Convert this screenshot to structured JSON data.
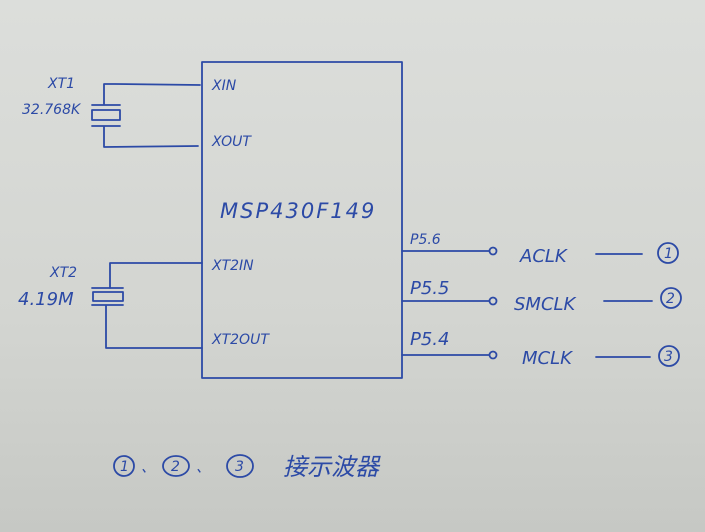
{
  "chip": {
    "name": "MSP430F149",
    "pins_left": [
      "XIN",
      "XOUT",
      "XT2IN",
      "XT2OUT"
    ]
  },
  "crystals": [
    {
      "ref": "XT1",
      "value": "32.768K"
    },
    {
      "ref": "XT2",
      "value": "4.19M"
    }
  ],
  "outputs": [
    {
      "pin": "P5.6",
      "signal": "ACLK",
      "marker": "①"
    },
    {
      "pin": "P5.5",
      "signal": "SMCLK",
      "marker": "②"
    },
    {
      "pin": "P5.4",
      "signal": "MCLK",
      "marker": "③"
    }
  ],
  "note": {
    "markers": [
      "①",
      "、",
      "②",
      "、",
      "③"
    ],
    "text": "接示波器"
  },
  "colors": {
    "ink": "#2c4aa6",
    "paper": "#d6d8d4"
  }
}
